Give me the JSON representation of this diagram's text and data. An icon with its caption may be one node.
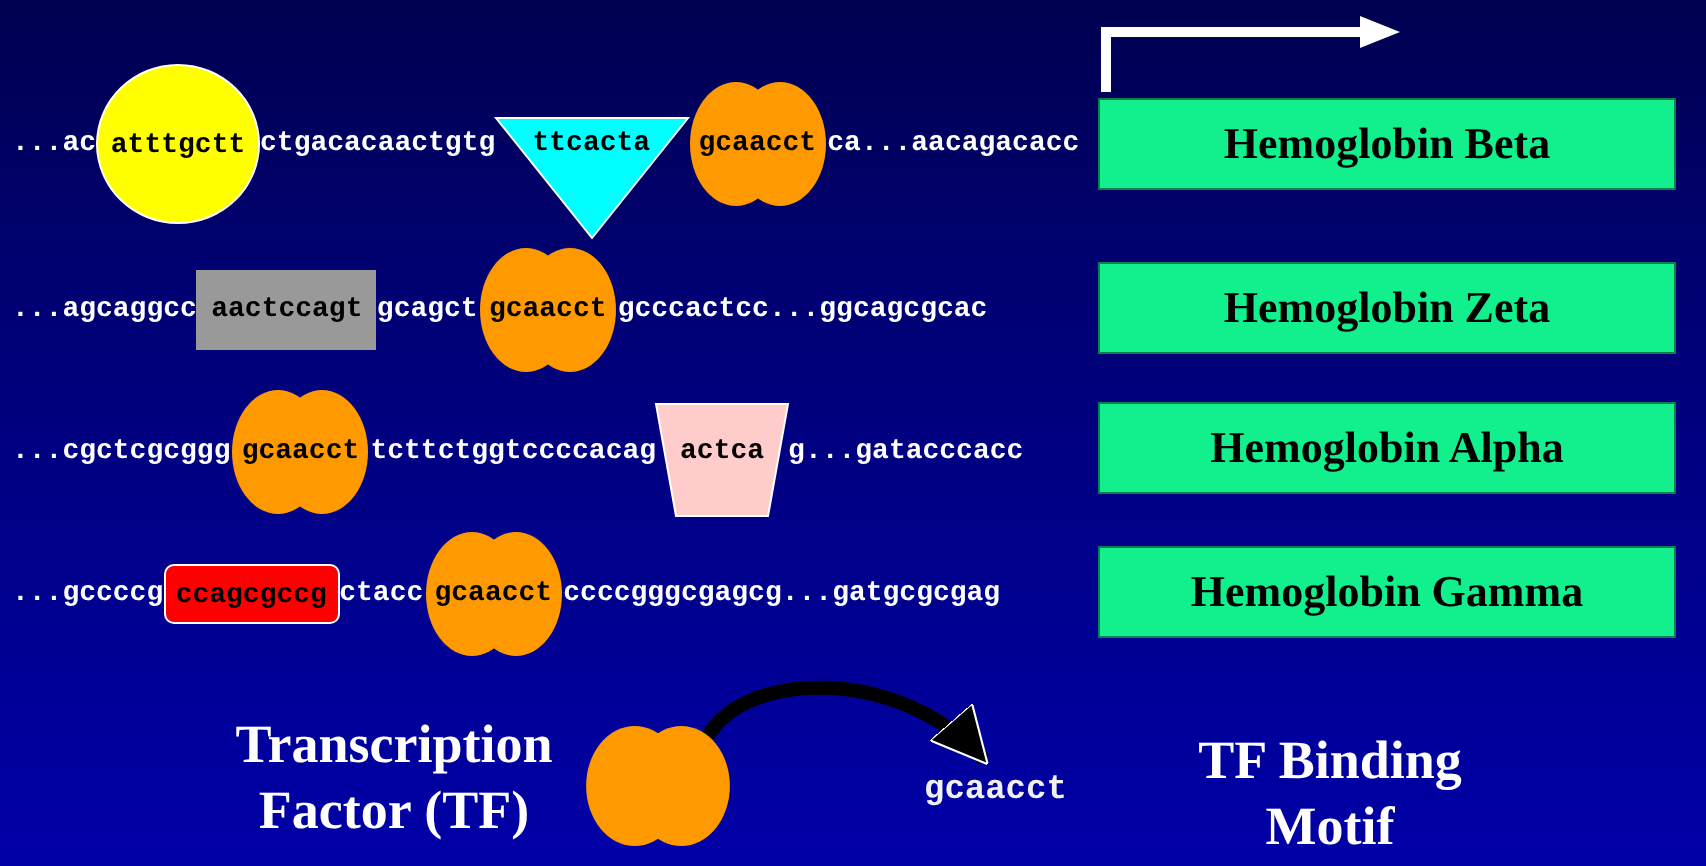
{
  "diagram": {
    "nodes": [
      {
        "text": [
          "atttgctt"
        ]
      },
      {
        "text": [
          "ttcacta"
        ]
      },
      {
        "text": [
          "gcaacct"
        ]
      },
      {
        "text": [
          "Hemoglobin Beta"
        ]
      },
      {
        "text": [
          "aactccagt"
        ]
      },
      {
        "text": [
          "gcaacct"
        ]
      },
      {
        "text": [
          "Hemoglobin Zeta"
        ]
      },
      {
        "text": [
          "gcaacct"
        ]
      },
      {
        "text": [
          "actca"
        ]
      },
      {
        "text": [
          "Hemoglobin Alpha"
        ]
      },
      {
        "text": [
          "ccagcgccg"
        ]
      },
      {
        "text": [
          "gcaacct"
        ]
      },
      {
        "text": [
          "Hemoglobin Gamma"
        ]
      },
      {
        "text": [],
        "shape": "circle"
      },
      {
        "text": [
          "gcaacct"
        ]
      }
    ],
    "edges": [
      {
        "from": 13,
        "to": 14,
        "arrow": "to",
        "color": "#000000"
      }
    ],
    "labels": [
      "...ac",
      "ctgacacaactgtg",
      "ca...aacagacacc",
      "...agcaggcc",
      "gcagct",
      "gcccactcc...ggcagcgcac",
      "...cgctcgcggg",
      "tcttctggtccccacag",
      "g...gatacccacc",
      "...gccccg",
      "ctacc",
      "ccccgggcgagcg...gatgcgcgag",
      "Transcription Factor (TF)",
      "TF Binding Motif"
    ]
  }
}
